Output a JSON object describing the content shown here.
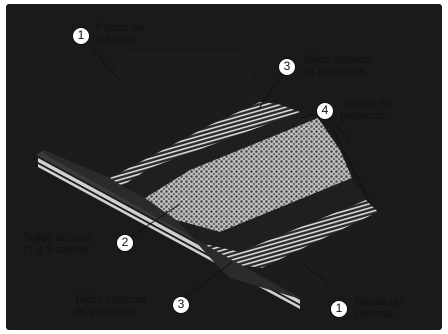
{
  "labels": {
    "top_cover": {
      "number": "1",
      "line1": "Placas de",
      "line2": "cubierta"
    },
    "top_fabric": {
      "number": "3",
      "line1": "Tejido especial",
      "line2": "de poliamida"
    },
    "rubber": {
      "number": "4",
      "line1": "Goma de",
      "line2": "protección"
    },
    "cross_weave": {
      "number": "2",
      "line1": "Tejido en cruz",
      "line2": "(1 a 3 capas)"
    },
    "bottom_fabric": {
      "number": "3",
      "line1": "Tejido ospecial",
      "line2": "de poliamida"
    },
    "bottom_cover": {
      "number": "1",
      "line1": "Placas de",
      "line2": "cubierta"
    }
  },
  "colors": {
    "frame": "#1a1a1a",
    "cover": "#1c1c1c",
    "fabric_stripe": "#d8d8d8",
    "weave": "#8a8a8a"
  }
}
